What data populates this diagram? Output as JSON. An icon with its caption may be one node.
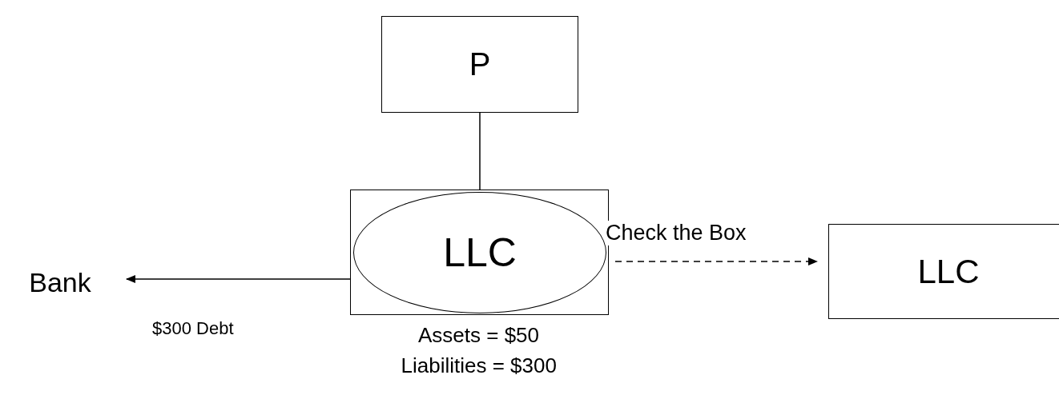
{
  "diagram": {
    "nodes": [
      {
        "text": [
          "P"
        ]
      },
      {
        "text": [],
        "shape": "box",
        "beside": [
          "Assets = $50",
          "Liabilities = $300"
        ]
      },
      {
        "text": [
          "LLC"
        ],
        "in": 1
      },
      {
        "text": [
          "Bank"
        ]
      },
      {
        "text": [
          "LLC"
        ]
      }
    ],
    "edges": [
      {
        "from": 0,
        "to": 1,
        "arrow": "none"
      },
      {
        "from": 1,
        "to": 3,
        "arrow": "to",
        "label": "$300 Debt"
      },
      {
        "from": 1,
        "to": 4,
        "arrow": "to",
        "label": "Check the Box",
        "style": "dashed"
      }
    ]
  }
}
